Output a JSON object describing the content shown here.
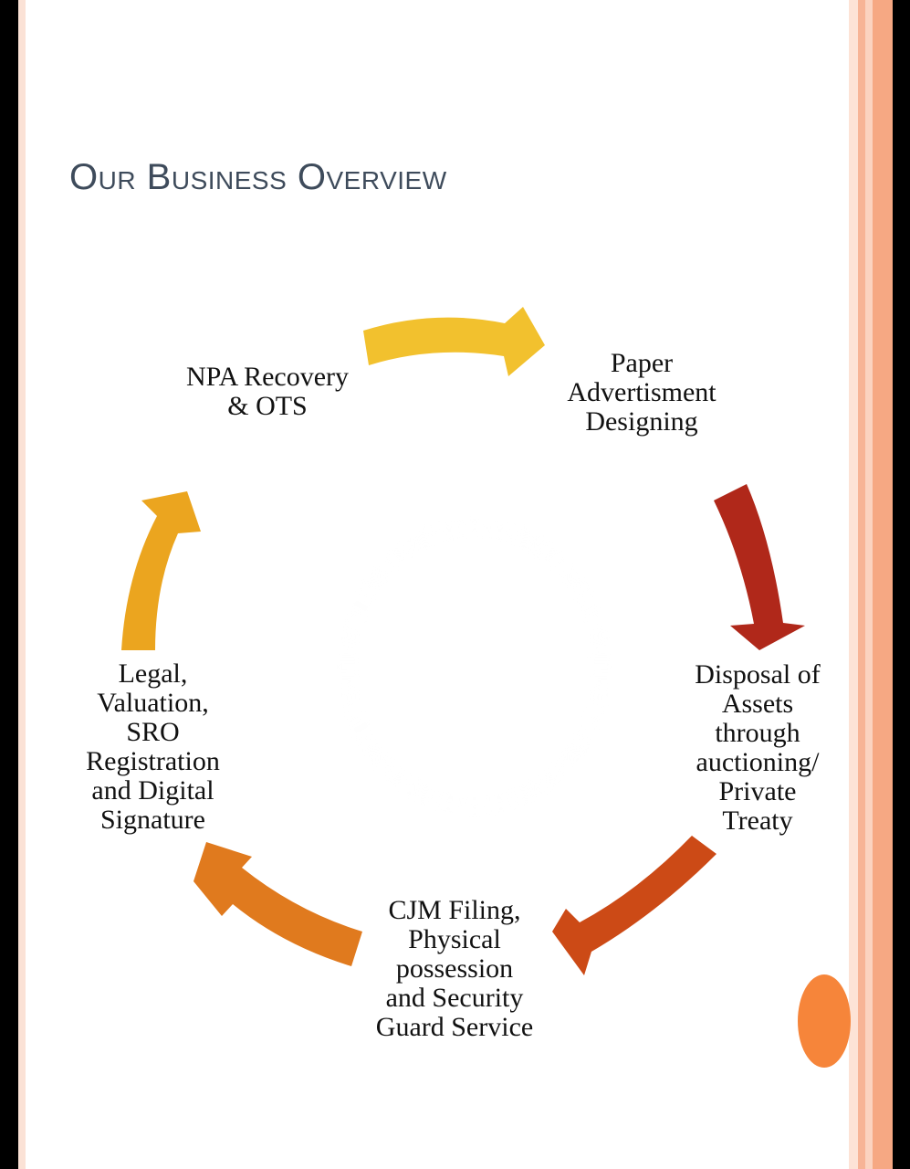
{
  "title": "Our Business Overview",
  "steps": [
    {
      "label": "NPA Recovery\n& OTS"
    },
    {
      "label": "Paper\nAdvertisment\nDesigning"
    },
    {
      "label": "Disposal of\nAssets\nthrough\nauctioning/\nPrivate\nTreaty"
    },
    {
      "label": "CJM Filing,\nPhysical\npossession\nand Security\nGuard Service"
    },
    {
      "label": "Legal,\nValuation,\nSRO\nRegistration\nand Digital\nSignature"
    }
  ],
  "colors": {
    "title": "#3e4b5b",
    "arrow_top": "#f2c12e",
    "arrow_right": "#b0281a",
    "arrow_bottom_right": "#cc4a16",
    "arrow_bottom_left": "#e07a1e",
    "arrow_left": "#eba51f",
    "stripe_light": "#fbd3c0",
    "stripe_mid": "#f6a883",
    "ellipse": "#f6853a"
  }
}
